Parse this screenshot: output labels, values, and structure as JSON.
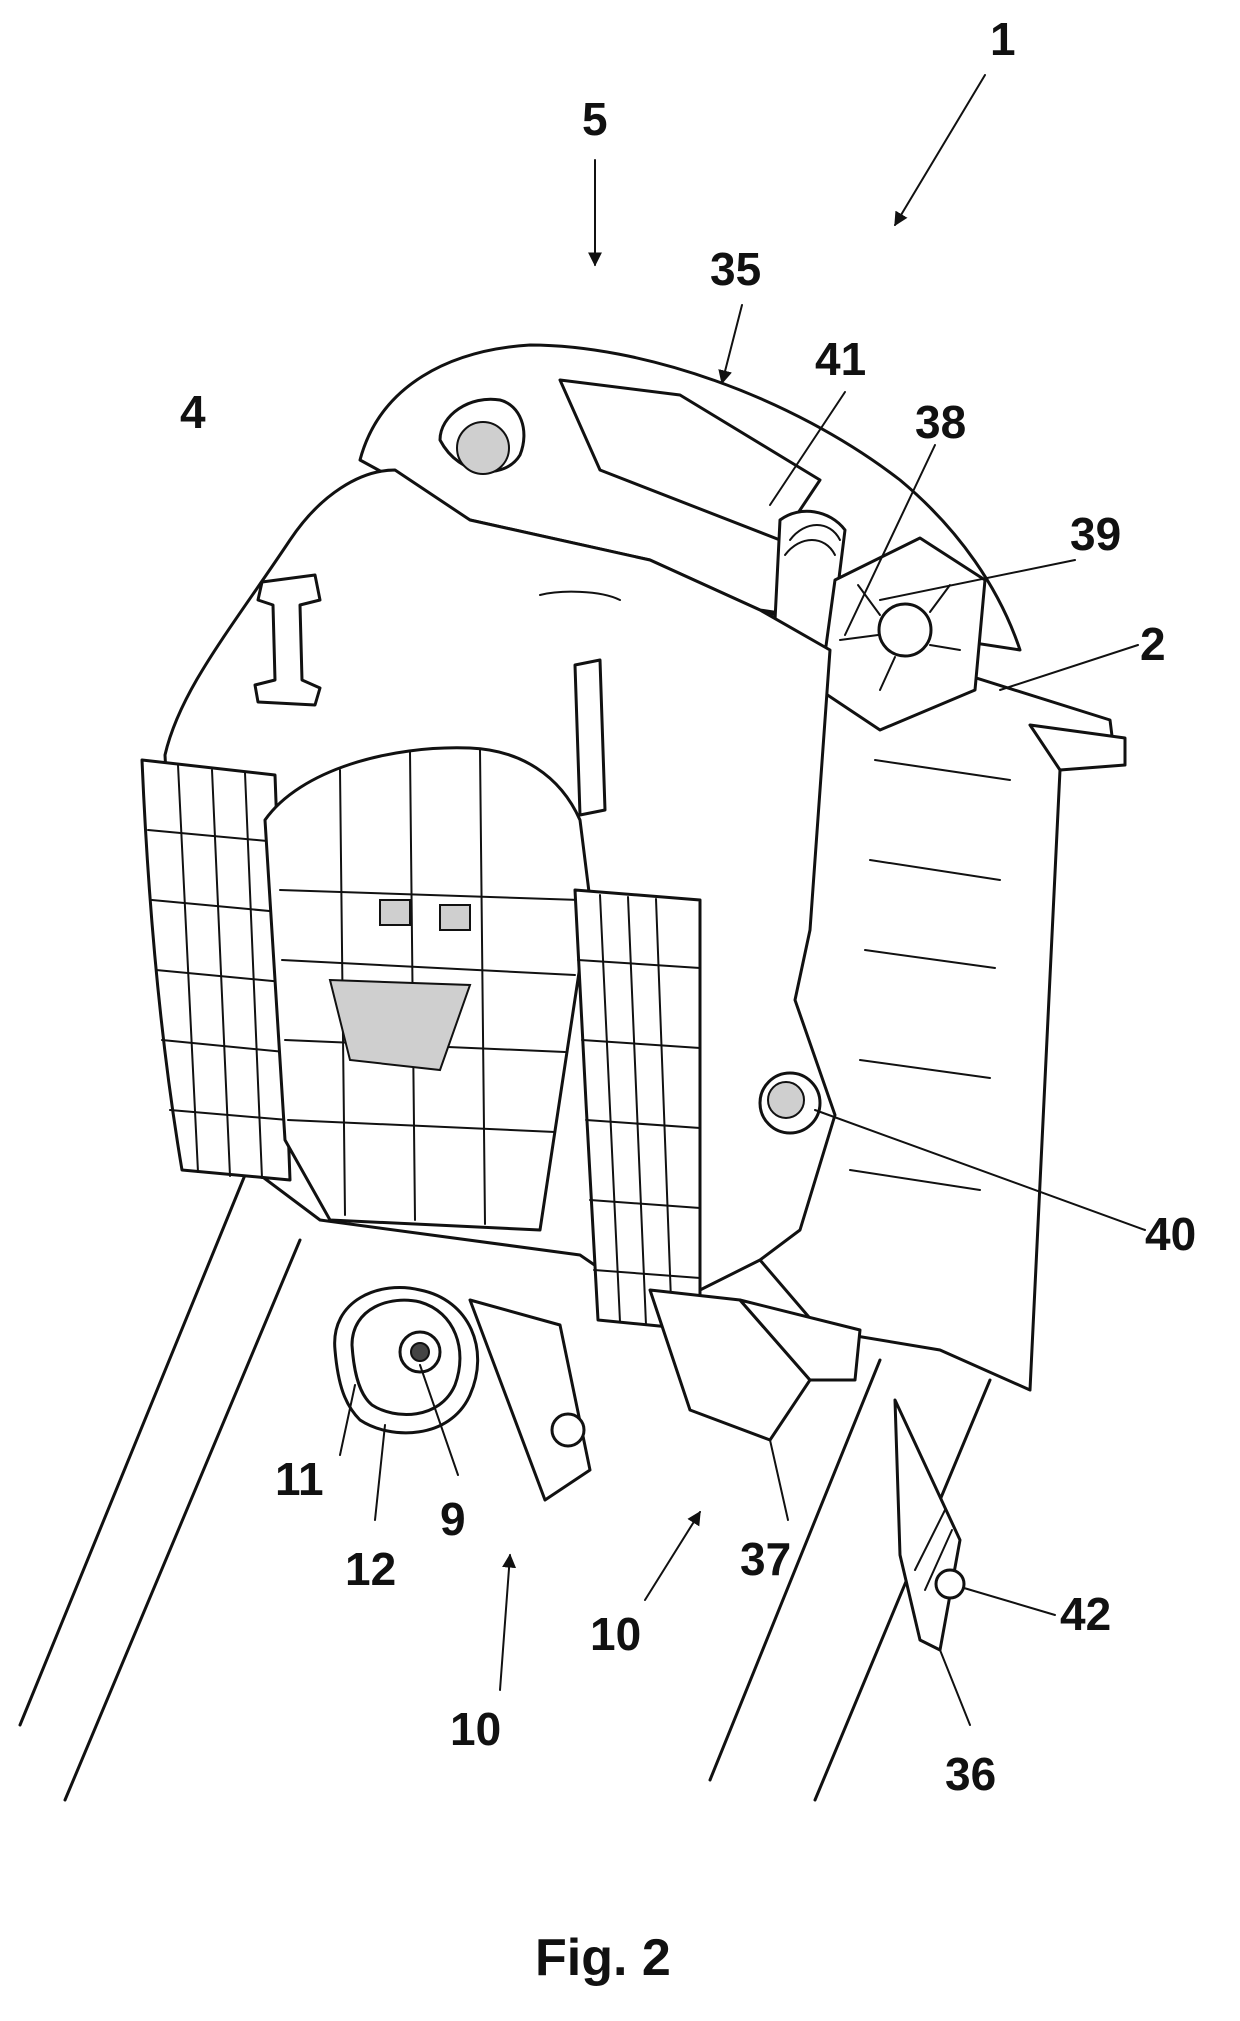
{
  "figure": {
    "caption": "Fig. 2",
    "reference_numerals": {
      "n1": "1",
      "n5": "5",
      "n35": "35",
      "n41": "41",
      "n38": "38",
      "n4": "4",
      "n39": "39",
      "n2": "2",
      "n40": "40",
      "n11": "11",
      "n12": "12",
      "n9": "9",
      "n10a": "10",
      "n10b": "10",
      "n37": "37",
      "n42": "42",
      "n36": "36"
    }
  }
}
